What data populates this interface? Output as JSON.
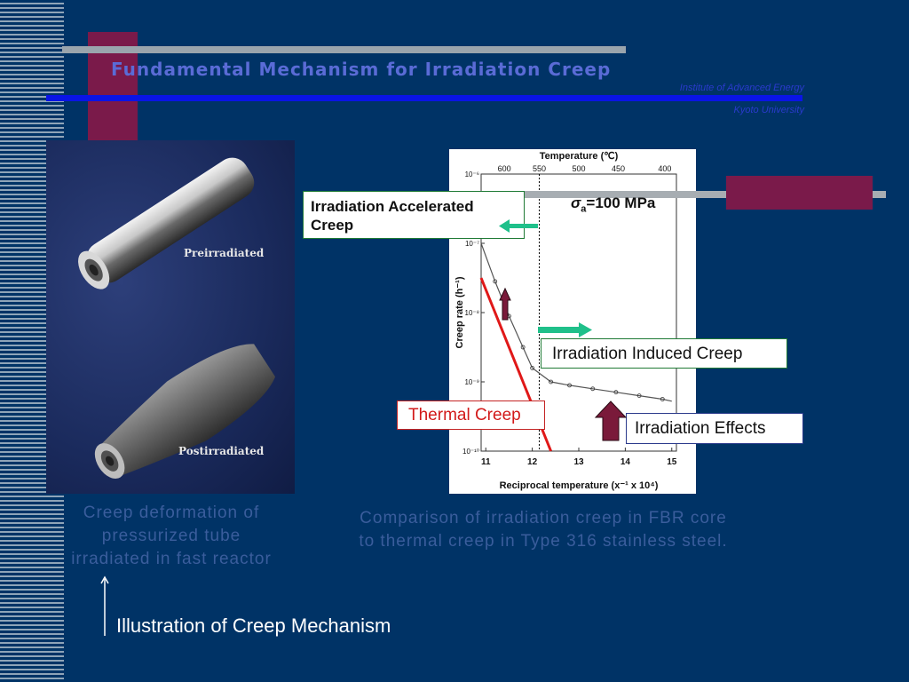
{
  "slide": {
    "title": "Fundamental Mechanism for Irradiation Creep",
    "institution": "Institute of Advanced Energy",
    "university": "Kyoto University",
    "illustration_label": "Illustration of Creep Mechanism"
  },
  "photo": {
    "label_pre": "Preirradiated",
    "label_post": "Postirradiated",
    "caption": [
      "Creep deformation of",
      "pressurized tube",
      "irradiated in fast reactor"
    ]
  },
  "comparison_caption": [
    "Comparison of irradiation creep in FBR core",
    "to thermal creep in Type 316 stainless steel."
  ],
  "annotations": {
    "irradiation_accelerated": [
      "Irradiation Accelerated",
      "Creep"
    ],
    "irradiation_induced": "Irradiation Induced Creep",
    "thermal_creep": "Thermal Creep",
    "irradiation_effects": "Irradiation Effects",
    "stress_symbol": "σ",
    "stress_subscript": "a",
    "stress_value": "=100 MPa"
  },
  "colors": {
    "background": "#003366",
    "accent_maroon": "#7a1a4a",
    "title": "#5a6bd6",
    "thermal_line": "#e01818",
    "arrow_green": "#1fc08a"
  },
  "chart_data": {
    "type": "line",
    "title": "Temperature (℃)",
    "xlabel": "Reciprocal temperature (x⁻¹ x 10⁴)",
    "ylabel": "Creep rate (h⁻¹)",
    "x_ticks": [
      "11",
      "12",
      "13",
      "14",
      "15"
    ],
    "top_ticks": [
      {
        "label": "600",
        "x": 11.4
      },
      {
        "label": "550",
        "x": 12.15
      },
      {
        "label": "500",
        "x": 13.0
      },
      {
        "label": "450",
        "x": 13.85
      },
      {
        "label": "400",
        "x": 14.85
      }
    ],
    "y_ticks": [
      "10⁻⁶",
      "10⁻⁷",
      "10⁻⁸",
      "10⁻⁹",
      "10⁻¹⁰"
    ],
    "y_exponents": [
      -6,
      -7,
      -8,
      -9,
      -10
    ],
    "xlim": [
      10.9,
      15.1
    ],
    "ylim_log10": [
      -10,
      -6
    ],
    "series": [
      {
        "key": "irradiation",
        "x": [
          10.9,
          11.2,
          11.5,
          11.8,
          12.0,
          12.4,
          12.8,
          13.3,
          13.8,
          14.3,
          14.8,
          15.0
        ],
        "log10_y": [
          -7.0,
          -7.55,
          -8.05,
          -8.5,
          -8.8,
          -9.0,
          -9.05,
          -9.1,
          -9.15,
          -9.2,
          -9.25,
          -9.28
        ]
      },
      {
        "key": "thermal",
        "x": [
          10.9,
          12.4
        ],
        "log10_y": [
          -7.5,
          -10.0
        ]
      }
    ],
    "divider_x": 12.15
  }
}
